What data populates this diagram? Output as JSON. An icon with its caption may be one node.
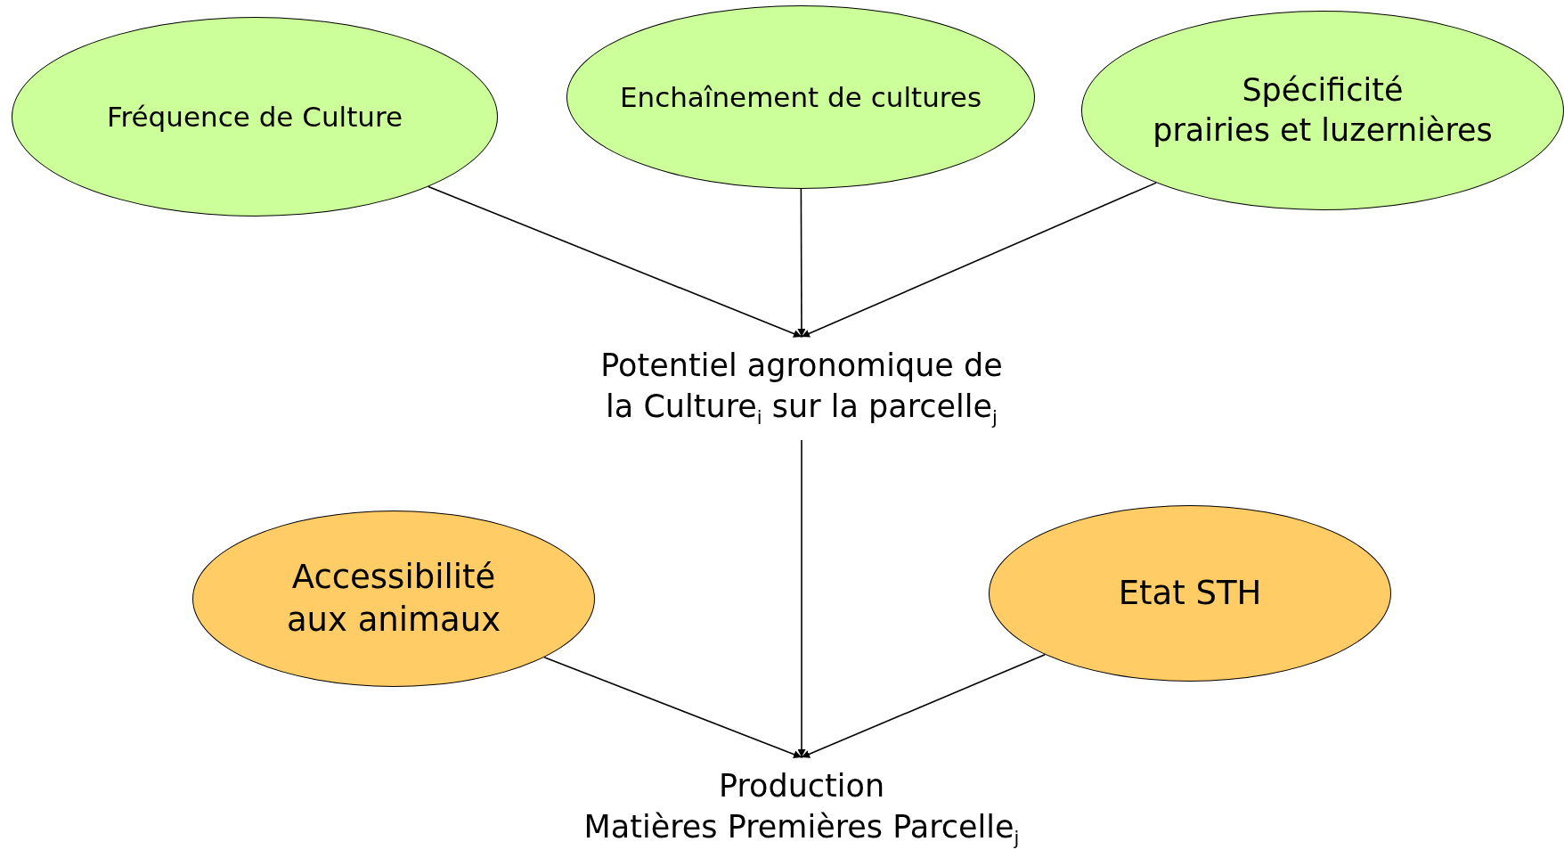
{
  "diagram": {
    "nodes": [
      {
        "text": [
          "Fréquence de Culture"
        ]
      },
      {
        "text": [
          "Enchaînement de cultures"
        ]
      },
      {
        "text": [
          "Spécificité",
          "prairies et luzernières"
        ]
      },
      {
        "text": [
          "Potentiel agronomique de la Culture$_{i}$ sur la parcelle$_{j}$"
        ]
      },
      {
        "text": [
          "Accessibilité aux animaux"
        ]
      },
      {
        "text": [
          "Etat STH"
        ]
      },
      {
        "text": [
          "Production",
          "Matières Premières Parcelle$_{j}$"
        ]
      }
    ],
    "edges": [
      {
        "from": 0,
        "to": 3,
        "arrow": "to"
      },
      {
        "from": 1,
        "to": 3,
        "arrow": "to"
      },
      {
        "from": 2,
        "to": 3,
        "arrow": "to"
      },
      {
        "from": 3,
        "to": 6,
        "arrow": "to"
      },
      {
        "from": 4,
        "to": 6,
        "arrow": "to"
      },
      {
        "from": 5,
        "to": 6,
        "arrow": "to"
      }
    ]
  }
}
